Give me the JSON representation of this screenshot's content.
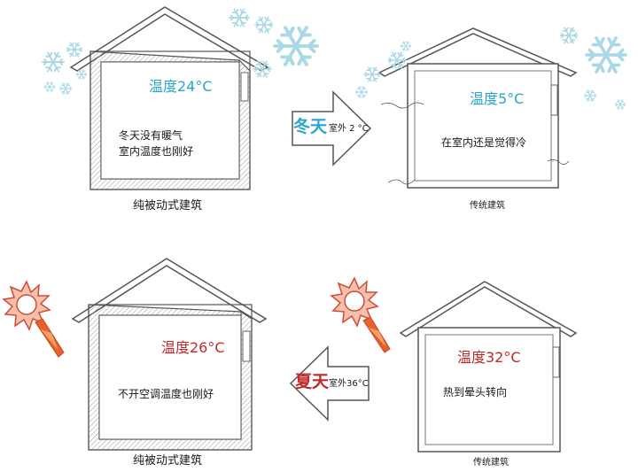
{
  "colors": {
    "winter": "#2aa6c9",
    "summer": "#c0282a",
    "snowflake": "#a9d8e6",
    "sun": "#d24a3a",
    "sun_fill": "#f3c0aa",
    "flame": "#e8602c",
    "wall": "#555555",
    "hatch": "#9a9a9a"
  },
  "icons": [
    "snowflake-icon",
    "sun-icon",
    "heat-ray-icon",
    "arrow-right-icon",
    "arrow-left-icon",
    "draft-crack-icon"
  ],
  "winter": {
    "season": "冬天",
    "outside": "室外 2 °C",
    "passive": {
      "temp": "温度24°C",
      "note_line1": "冬天没有暖气",
      "note_line2": "室内温度也刚好",
      "caption": "纯被动式建筑"
    },
    "traditional": {
      "temp": "温度5°C",
      "note": "在室内还是觉得冷",
      "caption": "传统建筑"
    }
  },
  "summer": {
    "season": "夏天",
    "outside": "室外36°C",
    "passive": {
      "temp": "温度26°C",
      "note": "不开空调温度也刚好",
      "caption": "纯被动式建筑"
    },
    "traditional": {
      "temp": "温度32°C",
      "note": "热到晕头转向",
      "caption": "传统建筑"
    }
  }
}
